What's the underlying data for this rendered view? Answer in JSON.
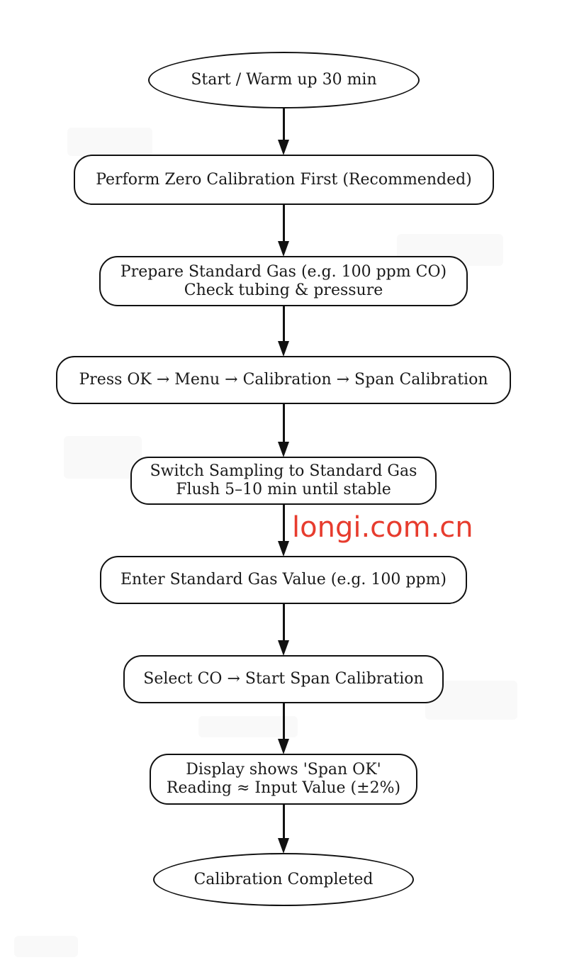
{
  "diagram": {
    "type": "flowchart",
    "subject": "Span Calibration Procedure",
    "nodes": [
      {
        "id": "start",
        "shape": "ellipse",
        "lines": [
          "Start / Warm up 30 min"
        ]
      },
      {
        "id": "zero-calibration",
        "shape": "rounded-rect",
        "lines": [
          "Perform Zero Calibration First (Recommended)"
        ]
      },
      {
        "id": "prepare-standard-gas",
        "shape": "rounded-rect",
        "lines": [
          "Prepare Standard Gas (e.g. 100 ppm CO)",
          "Check tubing & pressure"
        ]
      },
      {
        "id": "menu-navigation",
        "shape": "rounded-rect",
        "lines": [
          "Press OK → Menu → Calibration → Span Calibration"
        ]
      },
      {
        "id": "switch-sampling",
        "shape": "rounded-rect",
        "lines": [
          "Switch Sampling to Standard Gas",
          "Flush 5–10 min until stable"
        ]
      },
      {
        "id": "enter-gas-value",
        "shape": "rounded-rect",
        "lines": [
          "Enter Standard Gas Value (e.g. 100 ppm)"
        ]
      },
      {
        "id": "select-co-start",
        "shape": "rounded-rect",
        "lines": [
          "Select CO → Start Span Calibration"
        ]
      },
      {
        "id": "display-span-ok",
        "shape": "rounded-rect",
        "lines": [
          "Display shows 'Span OK'",
          "Reading ≈ Input Value (±2%)"
        ]
      },
      {
        "id": "completed",
        "shape": "ellipse",
        "lines": [
          "Calibration Completed"
        ]
      }
    ],
    "edges": [
      {
        "from": "start",
        "to": "zero-calibration"
      },
      {
        "from": "zero-calibration",
        "to": "prepare-standard-gas"
      },
      {
        "from": "prepare-standard-gas",
        "to": "menu-navigation"
      },
      {
        "from": "menu-navigation",
        "to": "switch-sampling"
      },
      {
        "from": "switch-sampling",
        "to": "enter-gas-value"
      },
      {
        "from": "enter-gas-value",
        "to": "select-co-start"
      },
      {
        "from": "select-co-start",
        "to": "display-span-ok"
      },
      {
        "from": "display-span-ok",
        "to": "completed"
      }
    ],
    "colors": {
      "node_stroke": "#111111",
      "node_fill": "#ffffff",
      "text": "#1a1a1a",
      "background": "#ffffff"
    }
  },
  "watermark": {
    "text": "longi.com.cn",
    "color": "#e73c2e"
  }
}
